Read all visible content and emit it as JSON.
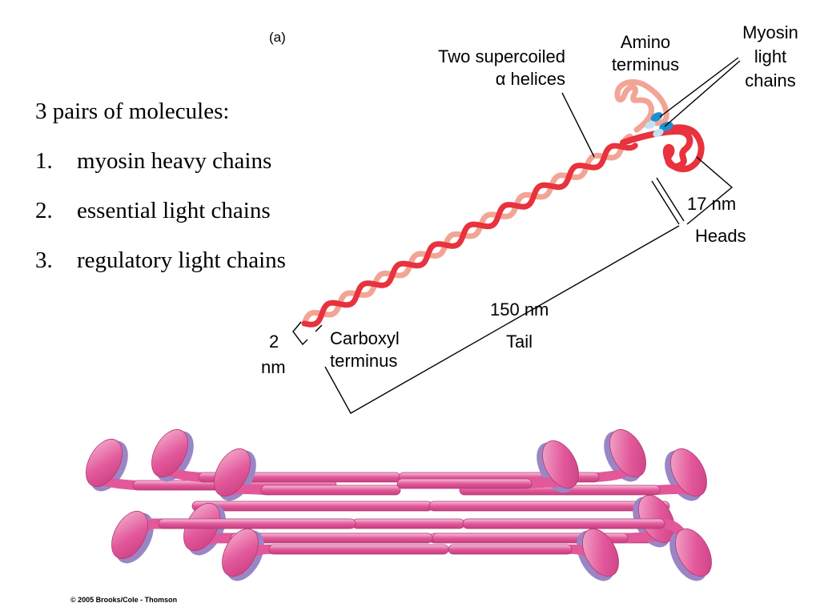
{
  "panel_label": "(a)",
  "molecules": {
    "heading": "3 pairs of molecules:",
    "items": [
      {
        "num": "1.",
        "text": "myosin heavy chains"
      },
      {
        "num": "2.",
        "text": "essential light chains"
      },
      {
        "num": "3.",
        "text": "regulatory light chains"
      }
    ]
  },
  "labels": {
    "helices_line1": "Two supercoiled",
    "helices_line2": "α helices",
    "amino_line1": "Amino",
    "amino_line2": "terminus",
    "light_line1": "Myosin",
    "light_line2": "light",
    "light_line3": "chains",
    "heads_size": "17 nm",
    "heads": "Heads",
    "tail_size": "150 nm",
    "tail": "Tail",
    "carboxyl_line1": "Carboxyl",
    "carboxyl_line2": "terminus",
    "width_value": "2",
    "width_unit": "nm"
  },
  "colors": {
    "heavy_chain_dark": "#e8323e",
    "heavy_chain_light": "#f2a596",
    "light_chain_blue": "#1e8fce",
    "light_chain_pale": "#bfe3f2",
    "filament_pink": "#e2589a",
    "filament_highlight": "#f7c3dc",
    "filament_shadow": "#9a86c4"
  },
  "copyright": "© 2005 Brooks/Cole - Thomson"
}
